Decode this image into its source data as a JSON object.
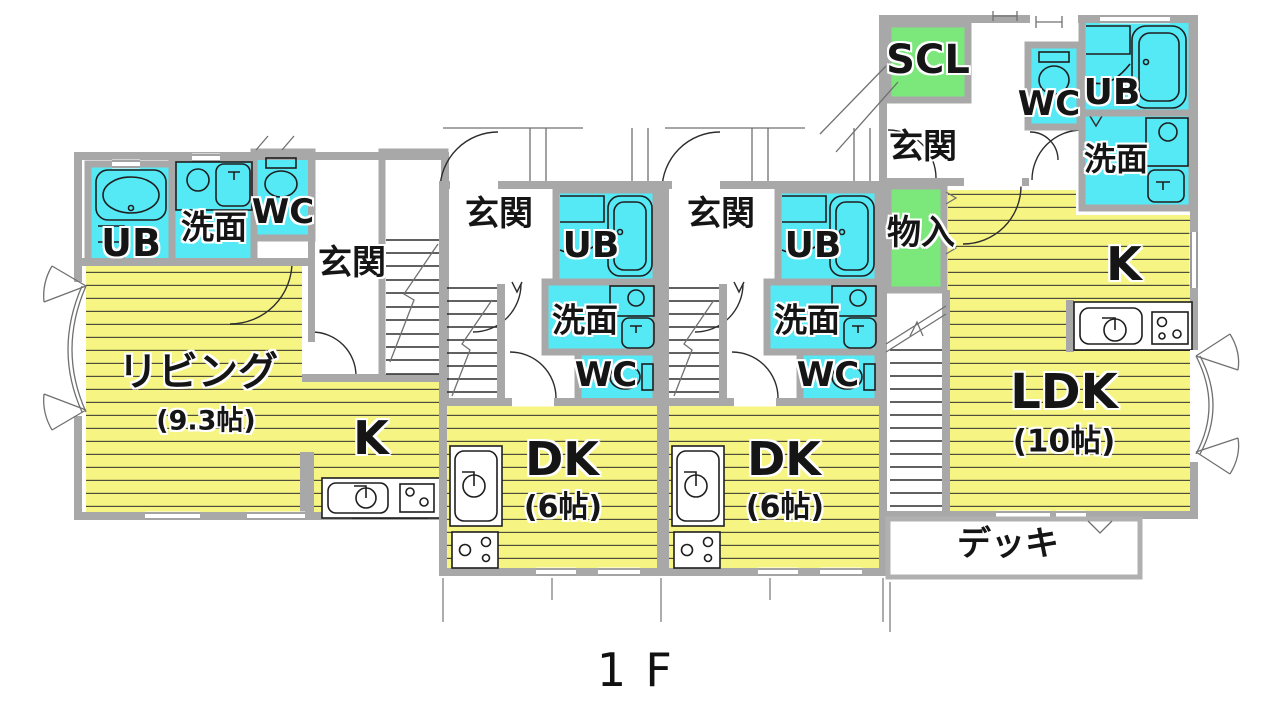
{
  "floor_label": "1F",
  "colors": {
    "flooring_yellow": "#F6F584",
    "wet_area_cyan": "#55E8F5",
    "storage_green": "#7CE87C",
    "wall_gray": "#A8A8A8",
    "floor_stripe": "#4D4D3A"
  },
  "units": {
    "left": {
      "rooms": {
        "ub": "UB",
        "washroom": "洗面",
        "wc": "WC",
        "entrance": "玄関",
        "living": "リビング",
        "living_size": "(9.3帖)",
        "kitchen": "K"
      }
    },
    "middle_1": {
      "rooms": {
        "entrance": "玄関",
        "ub": "UB",
        "washroom": "洗面",
        "wc": "WC",
        "dining_kitchen": "DK",
        "dining_kitchen_size": "(6帖)"
      }
    },
    "middle_2": {
      "rooms": {
        "entrance": "玄関",
        "ub": "UB",
        "washroom": "洗面",
        "wc": "WC",
        "dining_kitchen": "DK",
        "dining_kitchen_size": "(6帖)"
      }
    },
    "right": {
      "rooms": {
        "scl": "SCL",
        "entrance": "玄関",
        "wc": "WC",
        "ub": "UB",
        "washroom": "洗面",
        "storage": "物入",
        "kitchen": "K",
        "ldk": "LDK",
        "ldk_size": "(10帖)",
        "deck": "デッキ"
      }
    }
  },
  "icons": {
    "bathtub": "bathtub-icon",
    "toilet": "toilet-icon",
    "washbasin": "washbasin-icon",
    "vanity_counter": "vanity-counter-icon",
    "kitchen_sink": "kitchen-sink-icon",
    "stove": "stove-icon",
    "stairs": "stairs-icon",
    "door_swing": "door-swing-arc",
    "bow_window": "bow-window"
  }
}
